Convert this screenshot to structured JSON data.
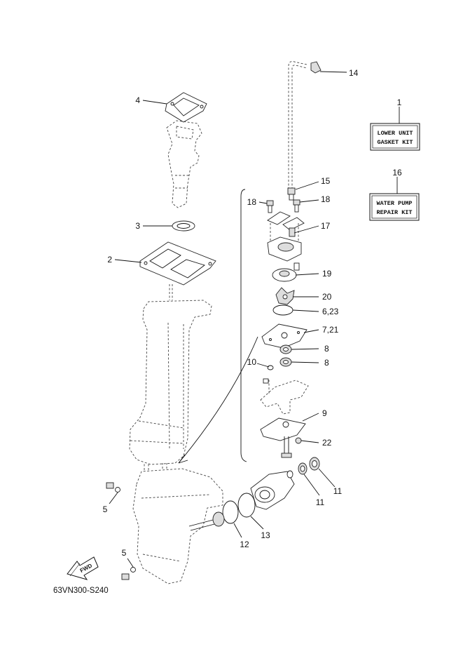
{
  "callouts": [
    {
      "id": "c1",
      "text": "1"
    },
    {
      "id": "c2",
      "text": "2"
    },
    {
      "id": "c3",
      "text": "3"
    },
    {
      "id": "c4",
      "text": "4"
    },
    {
      "id": "c5a",
      "text": "5"
    },
    {
      "id": "c5b",
      "text": "5"
    },
    {
      "id": "c623",
      "text": "6,23"
    },
    {
      "id": "c721",
      "text": "7,21"
    },
    {
      "id": "c8a",
      "text": "8"
    },
    {
      "id": "c8b",
      "text": "8"
    },
    {
      "id": "c9",
      "text": "9"
    },
    {
      "id": "c10",
      "text": "10"
    },
    {
      "id": "c11a",
      "text": "11"
    },
    {
      "id": "c11b",
      "text": "11"
    },
    {
      "id": "c12",
      "text": "12"
    },
    {
      "id": "c13",
      "text": "13"
    },
    {
      "id": "c14",
      "text": "14"
    },
    {
      "id": "c15",
      "text": "15"
    },
    {
      "id": "c16",
      "text": "16"
    },
    {
      "id": "c17",
      "text": "17"
    },
    {
      "id": "c18a",
      "text": "18"
    },
    {
      "id": "c18b",
      "text": "18"
    },
    {
      "id": "c19",
      "text": "19"
    },
    {
      "id": "c20",
      "text": "20"
    },
    {
      "id": "c22",
      "text": "22"
    }
  ],
  "kits": {
    "gasket_line1": "LOWER UNIT",
    "gasket_line2": "GASKET KIT",
    "pump_line1": "WATER PUMP",
    "pump_line2": "REPAIR KIT"
  },
  "fwd_label": "FWD",
  "diagram_code": "63VN300-S240"
}
